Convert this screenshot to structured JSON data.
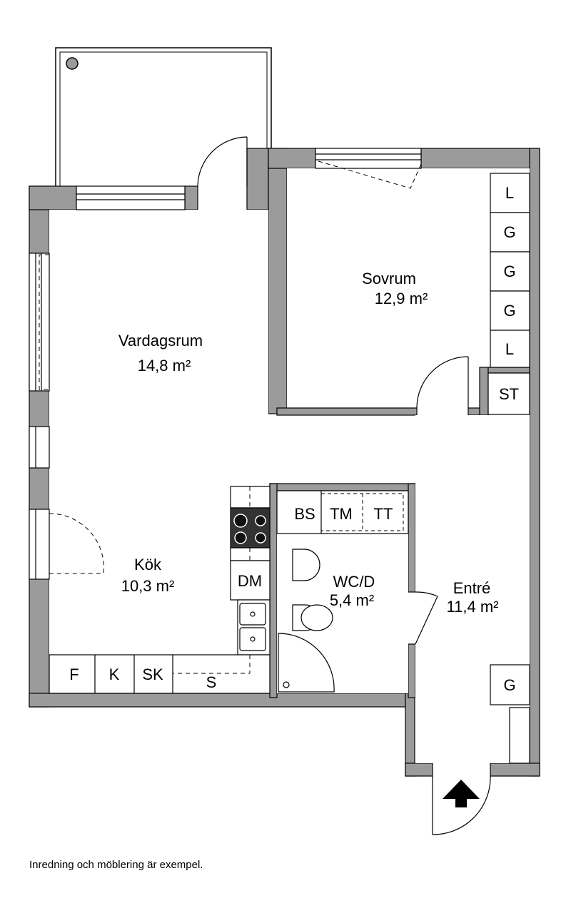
{
  "rooms": {
    "vardagsrum": {
      "name": "Vardagsrum",
      "area": "14,8 m²"
    },
    "sovrum": {
      "name": "Sovrum",
      "area": "12,9 m²"
    },
    "kok": {
      "name": "Kök",
      "area": "10,3 m²"
    },
    "wcd": {
      "name": "WC/D",
      "area": "5,4 m²"
    },
    "entre": {
      "name": "Entré",
      "area": "11,4 m²"
    }
  },
  "fixtures": {
    "wardrobe_1": "L",
    "wardrobe_2": "G",
    "wardrobe_3": "G",
    "wardrobe_4": "G",
    "wardrobe_5": "L",
    "storage": "ST",
    "dishwasher": "DM",
    "fridge": "F",
    "freezer": "K",
    "cabinet_sk": "SK",
    "counter": "S",
    "bathroom_cabinet": "BS",
    "washing_machine": "TM",
    "tumble_dryer": "TT",
    "entrance_wardrobe": "G"
  },
  "footnote": "Inredning och möblering är exempel.",
  "colors": {
    "wall": "#9b9b9b",
    "line": "#000000"
  }
}
